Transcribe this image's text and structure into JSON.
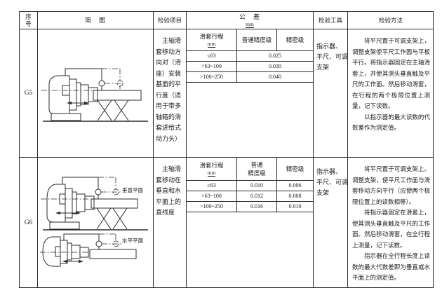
{
  "table": {
    "header": {
      "no": "序号",
      "sketch": "简　图",
      "item": "检验项目",
      "tolerance": "公　差",
      "tolerance_unit": "mm",
      "tool": "检验工具",
      "method": "检验方法"
    },
    "rows": [
      {
        "id": "G5",
        "item": "主轴滑套移动方向对（滑座）安装基面的平行度（适用于带多轴箱的滑套进给式动力头）",
        "tolerance": {
          "stroke_label": "滑套行程",
          "stroke_unit": "mm",
          "grade_normal": "普通精度级",
          "grade_precision": "精密级",
          "entries": [
            {
              "range": "≤63",
              "value": "0.025"
            },
            {
              "range": ">63~100",
              "value": "0.030"
            },
            {
              "range": ">100~250",
              "value": "0.040"
            }
          ]
        },
        "tools_lines": [
          "指示器、",
          "平尺、可调",
          "支架"
        ],
        "method_paragraphs": [
          "将平尺置于可调支架上，调整支架使平尺工作面与平板平行。将指示器固定在主轴滑套上，并使其测头垂直触及平尺的工作面。然后移动滑套，在行程的两个极限位置上测量，记下读数。",
          "以指示器的最大读数的代数差作为测定值。"
        ]
      },
      {
        "id": "G6",
        "item": "主轴滑套移动在垂直和水平面上的直线度",
        "tolerance": {
          "stroke_label": "滑套行程",
          "stroke_unit": "mm",
          "grade_normal_lines": [
            "普通",
            "精度级"
          ],
          "grade_precision": "精密级",
          "entries": [
            {
              "range": "≤63",
              "normal": "0.010",
              "precision": "0.006"
            },
            {
              "range": ">63~100",
              "normal": "0.012",
              "precision": "0.008"
            },
            {
              "range": ">100~250",
              "normal": "0.016",
              "precision": "0.010"
            }
          ]
        },
        "tools_lines": [
          "指示器、",
          "平尺、可调",
          "支架"
        ],
        "method_paragraphs": [
          "将平尺置于可调支架上。调整支架，使平尺工作面与滑套移动方向平行（应使两个极限位置上的读数相等）。",
          "将指示器固定在滑套上，使其测头垂直触及平尺的工作面。然后移动滑套，在全行程上测量，记下读数。",
          "指示器在全行程长度上读数的最大代数差即为垂直或水平面上的测定值。"
        ],
        "diagram_labels": {
          "vertical": "垂直平面",
          "horizontal": "水平平面"
        }
      }
    ]
  }
}
